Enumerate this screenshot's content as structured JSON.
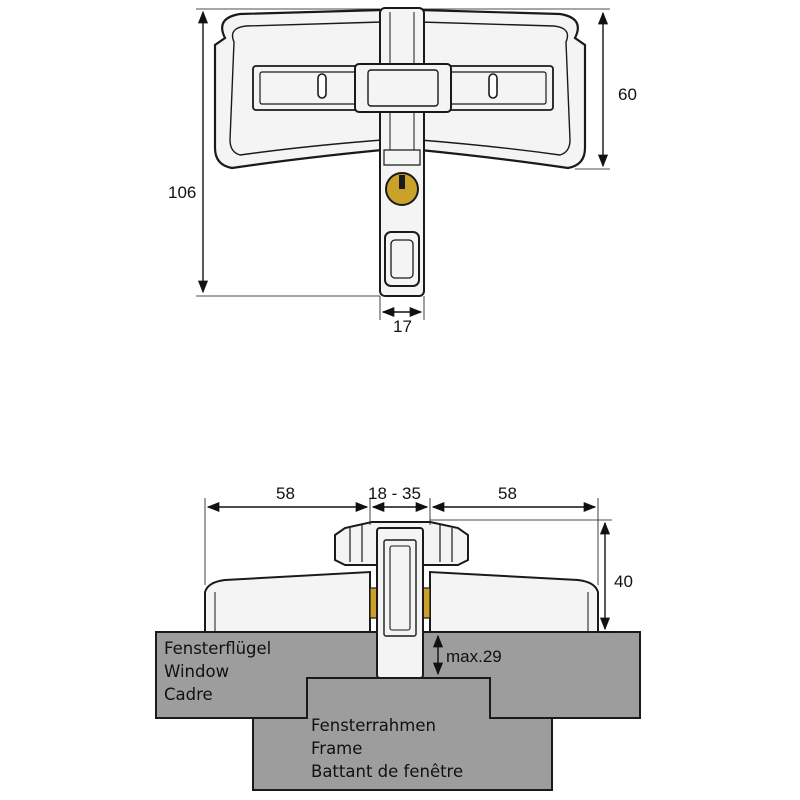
{
  "top_view": {
    "height_total": "106",
    "height_body": "60",
    "width_shaft": "17"
  },
  "side_view": {
    "left_span": "58",
    "gap_range": "18 - 35",
    "right_span": "58",
    "height": "40",
    "max_gap": "max.29"
  },
  "labels": {
    "sash": [
      "Fensterflügel",
      "Window",
      "Cadre"
    ],
    "frame": [
      "Fensterrahmen",
      "Frame",
      "Battant de fenêtre"
    ]
  },
  "colors": {
    "part_fill": "#f2f2f2",
    "outline": "#1a1a1a",
    "profile_fill": "#9d9d9d",
    "brass": "#c9a227"
  }
}
